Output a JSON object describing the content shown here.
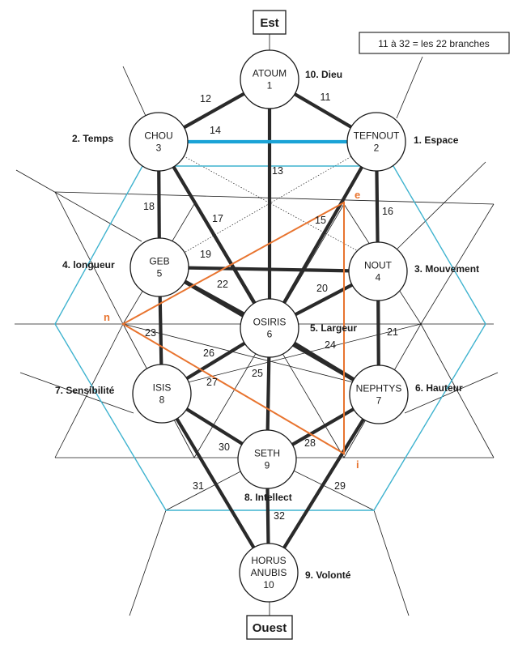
{
  "directions": {
    "top": "Est",
    "bottom": "Ouest"
  },
  "legend": "11 à 32 = les 22 branches",
  "nodes": [
    {
      "id": "atoum",
      "name": "ATOUM",
      "name2": "",
      "number": "1"
    },
    {
      "id": "tefnout",
      "name": "TEFNOUT",
      "name2": "",
      "number": "2"
    },
    {
      "id": "chou",
      "name": "CHOU",
      "name2": "",
      "number": "3"
    },
    {
      "id": "nout",
      "name": "NOUT",
      "name2": "",
      "number": "4"
    },
    {
      "id": "geb",
      "name": "GEB",
      "name2": "",
      "number": "5"
    },
    {
      "id": "osiris",
      "name": "OSIRIS",
      "name2": "",
      "number": "6"
    },
    {
      "id": "nephtys",
      "name": "NEPHTYS",
      "name2": "",
      "number": "7"
    },
    {
      "id": "isis",
      "name": "ISIS",
      "name2": "",
      "number": "8"
    },
    {
      "id": "seth",
      "name": "SETH",
      "name2": "",
      "number": "9"
    },
    {
      "id": "horus",
      "name": "HORUS",
      "name2": "ANUBIS",
      "number": "10"
    }
  ],
  "labels": [
    {
      "id": "dieu",
      "text": "10. Dieu"
    },
    {
      "id": "temps",
      "text": "2. Temps"
    },
    {
      "id": "espace",
      "text": "1. Espace"
    },
    {
      "id": "longueur",
      "text": "4. longueur"
    },
    {
      "id": "mouvement",
      "text": "3. Mouvement"
    },
    {
      "id": "largeur",
      "text": "5. Largeur"
    },
    {
      "id": "sensibilite",
      "text": "7. Sensibilité"
    },
    {
      "id": "hauteur",
      "text": "6. Hauteur"
    },
    {
      "id": "intellect",
      "text": "8. Intellect"
    },
    {
      "id": "volonte",
      "text": "9. Volonté"
    }
  ],
  "branches": [
    {
      "number": "11",
      "from": "atoum",
      "to": "tefnout"
    },
    {
      "number": "12",
      "from": "atoum",
      "to": "chou"
    },
    {
      "number": "13",
      "from": "atoum",
      "to": "osiris"
    },
    {
      "number": "14",
      "from": "chou",
      "to": "tefnout",
      "color": "#1ba3d6"
    },
    {
      "number": "15",
      "from": "tefnout",
      "to": "osiris"
    },
    {
      "number": "16",
      "from": "tefnout",
      "to": "nout"
    },
    {
      "number": "17",
      "from": "chou",
      "to": "osiris"
    },
    {
      "number": "18",
      "from": "chou",
      "to": "geb"
    },
    {
      "number": "19",
      "from": "geb",
      "to": "nout"
    },
    {
      "number": "20",
      "from": "nout",
      "to": "osiris"
    },
    {
      "number": "21",
      "from": "nout",
      "to": "nephtys"
    },
    {
      "number": "22",
      "from": "geb",
      "to": "osiris"
    },
    {
      "number": "23",
      "from": "geb",
      "to": "isis"
    },
    {
      "number": "24",
      "from": "osiris",
      "to": "nephtys"
    },
    {
      "number": "25",
      "from": "osiris",
      "to": "seth"
    },
    {
      "number": "26",
      "from": "geb",
      "to": "nephtys"
    },
    {
      "number": "27",
      "from": "osiris",
      "to": "isis"
    },
    {
      "number": "28",
      "from": "nephtys",
      "to": "seth"
    },
    {
      "number": "29",
      "from": "nephtys",
      "to": "horus"
    },
    {
      "number": "30",
      "from": "isis",
      "to": "seth"
    },
    {
      "number": "31",
      "from": "isis",
      "to": "horus"
    },
    {
      "number": "32",
      "from": "seth",
      "to": "horus"
    }
  ],
  "triangle_labels": {
    "e": "e",
    "n": "n",
    "i": "i"
  },
  "colors": {
    "accent_orange": "#e8742f",
    "accent_blue": "#1ba3d6",
    "hexagon_cyan": "#3fb3cf"
  }
}
